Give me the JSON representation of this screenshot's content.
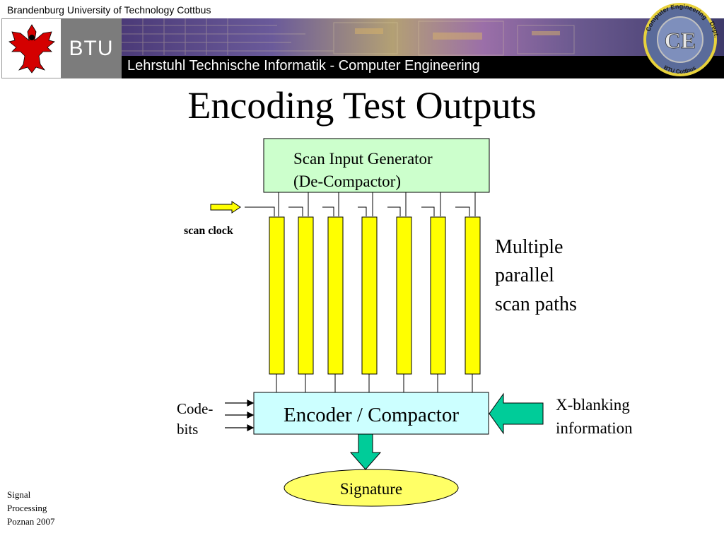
{
  "header": {
    "university": "Brandenburg University of Technology Cottbus",
    "logo_text": "BTU",
    "chair": "Lehrstuhl Technische Informatik - Computer Engineering",
    "seal_center": "CE",
    "seal_ring_top": "Computer Engineering",
    "seal_ring_right": "Dept.",
    "seal_ring_bottom": "BTU Cottbus"
  },
  "slide": {
    "title": "Encoding Test Outputs"
  },
  "diagram": {
    "generator_line1": "Scan Input Generator",
    "generator_line2": "(De-Compactor)",
    "scan_clock": "scan clock",
    "multiple_line1": "Multiple",
    "multiple_line2": "parallel",
    "multiple_line3": "scan paths",
    "encoder": "Encoder / Compactor",
    "code_line1": "Code-",
    "code_line2": "bits",
    "xblank_line1": "X-blanking",
    "xblank_line2": "information",
    "signature": "Signature",
    "colors": {
      "generator_fill": "#ccffcc",
      "scan_path_fill": "#ffff00",
      "encoder_fill": "#ccffff",
      "signature_fill": "#ffff66",
      "arrow_green": "#00cc99",
      "clock_arrow": "#ffff00"
    }
  },
  "footer": {
    "line1": "Signal",
    "line2": "Processing",
    "line3": "Poznan 2007"
  }
}
